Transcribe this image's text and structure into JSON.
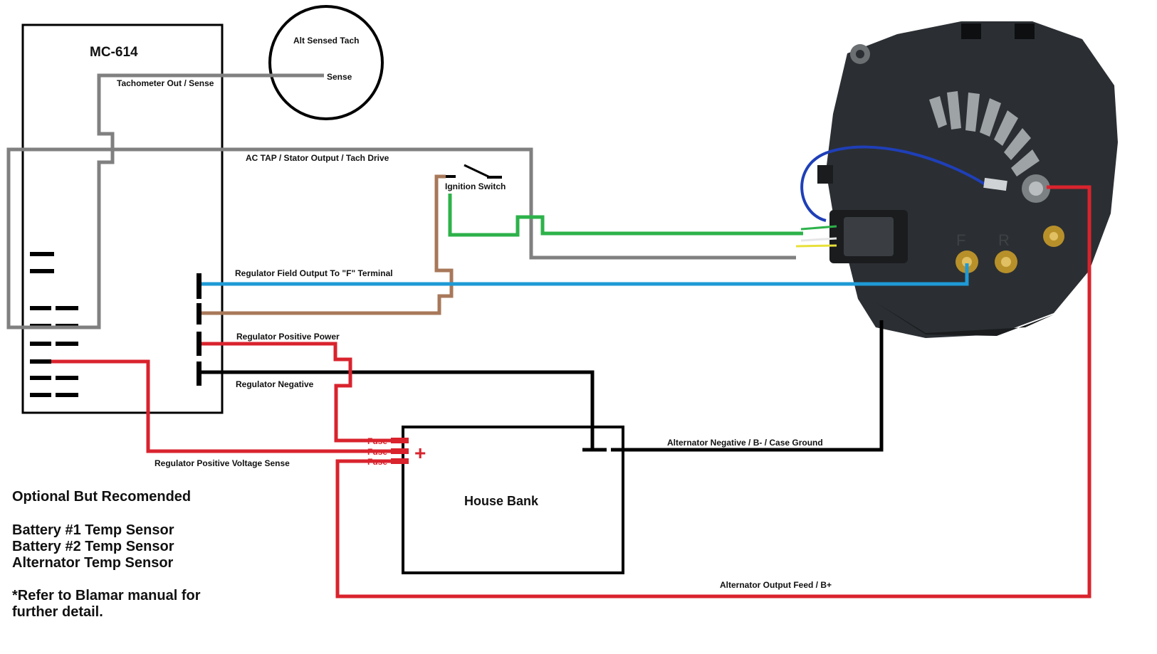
{
  "colors": {
    "black": "#000000",
    "gray": "#808080",
    "blue": "#1e9ad6",
    "brown": "#a8785a",
    "red": "#d9232d",
    "green": "#2db24a",
    "alternator_body": "#2b2f33",
    "alternator_dark": "#1a1c1e"
  },
  "regulator": {
    "title": "MC-614"
  },
  "tach": {
    "title": "Alt Sensed  Tach",
    "sense_label": "Sense"
  },
  "wires": {
    "tach_out": "Tachometer Out / Sense",
    "ac_tap": "AC TAP / Stator Output / Tach Drive",
    "ignition": "Ignition Switch",
    "field": "Regulator Field Output To \"F\" Terminal",
    "pos_power": "Regulator Positive Power",
    "negative": "Regulator Negative",
    "voltage_sense": "Regulator Positive Voltage Sense",
    "alt_negative": "Alternator Negative / B- / Case Ground",
    "alt_output": "Alternator Output Feed / B+"
  },
  "fuses": [
    "Fuse",
    "Fuse",
    "Fuse"
  ],
  "battery": {
    "label": "House Bank",
    "plus": "+",
    "minus": "–"
  },
  "alternator": {
    "terminal_f": "F",
    "terminal_r": "R"
  },
  "notes": {
    "heading": "Optional But Recomended",
    "items": [
      "Battery #1 Temp Sensor",
      "Battery #2 Temp Sensor",
      "Alternator Temp Sensor"
    ],
    "footer_line1": "*Refer to Blamar manual for",
    "footer_line2": "further detail."
  }
}
